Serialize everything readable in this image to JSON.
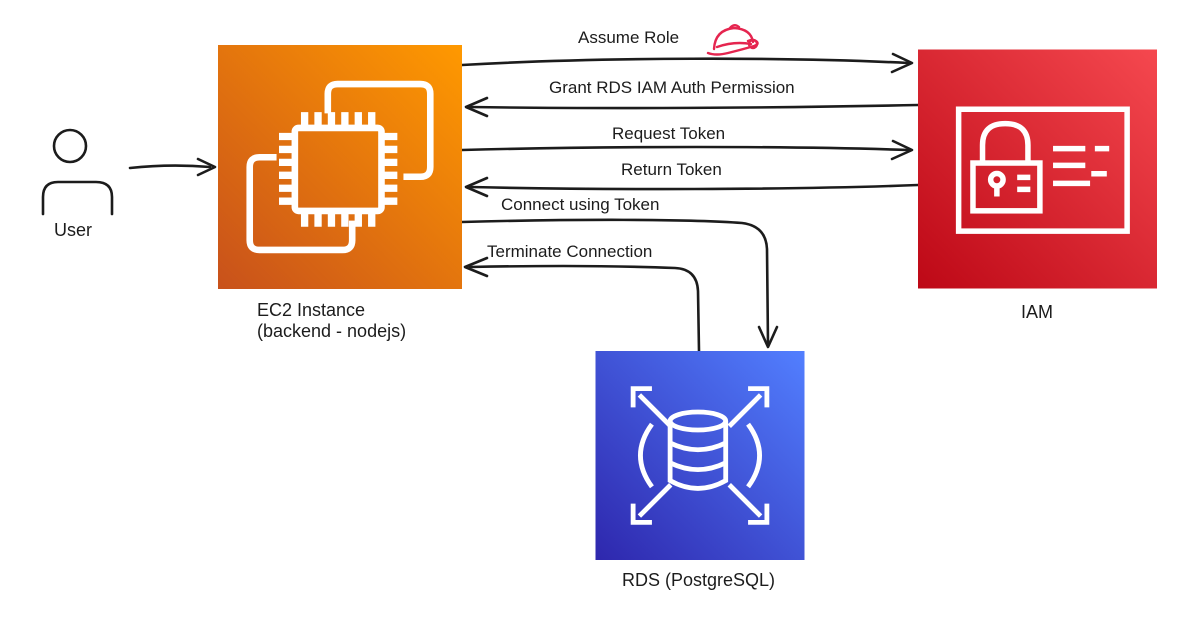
{
  "diagram": {
    "nodes": {
      "user": {
        "label": "User"
      },
      "ec2": {
        "label": "EC2 Instance",
        "sublabel": "(backend - nodejs)",
        "gradient_from": "#C8511B",
        "gradient_to": "#FF9900"
      },
      "iam": {
        "label": "IAM",
        "gradient_from": "#BD0816",
        "gradient_to": "#F5484F"
      },
      "rds": {
        "label": "RDS (PostgreSQL)",
        "gradient_from": "#2E27AD",
        "gradient_to": "#527FFF"
      }
    },
    "edges": [
      {
        "label": "Assume Role",
        "from": "EC2 Instance",
        "to": "IAM",
        "icon": "role-hat-icon"
      },
      {
        "label": "Grant RDS IAM Auth Permission",
        "from": "IAM",
        "to": "EC2 Instance"
      },
      {
        "label": "Request Token",
        "from": "EC2 Instance",
        "to": "IAM"
      },
      {
        "label": "Return Token",
        "from": "IAM",
        "to": "EC2 Instance"
      },
      {
        "label": "Connect using Token",
        "from": "EC2 Instance",
        "to": "RDS (PostgreSQL)"
      },
      {
        "label": "Terminate Connection",
        "from": "RDS (PostgreSQL)",
        "to": "EC2 Instance"
      },
      {
        "label": "",
        "from": "User",
        "to": "EC2 Instance"
      }
    ],
    "colors": {
      "arrow": "#1c1c1c",
      "role_icon": "#E5254F"
    }
  }
}
